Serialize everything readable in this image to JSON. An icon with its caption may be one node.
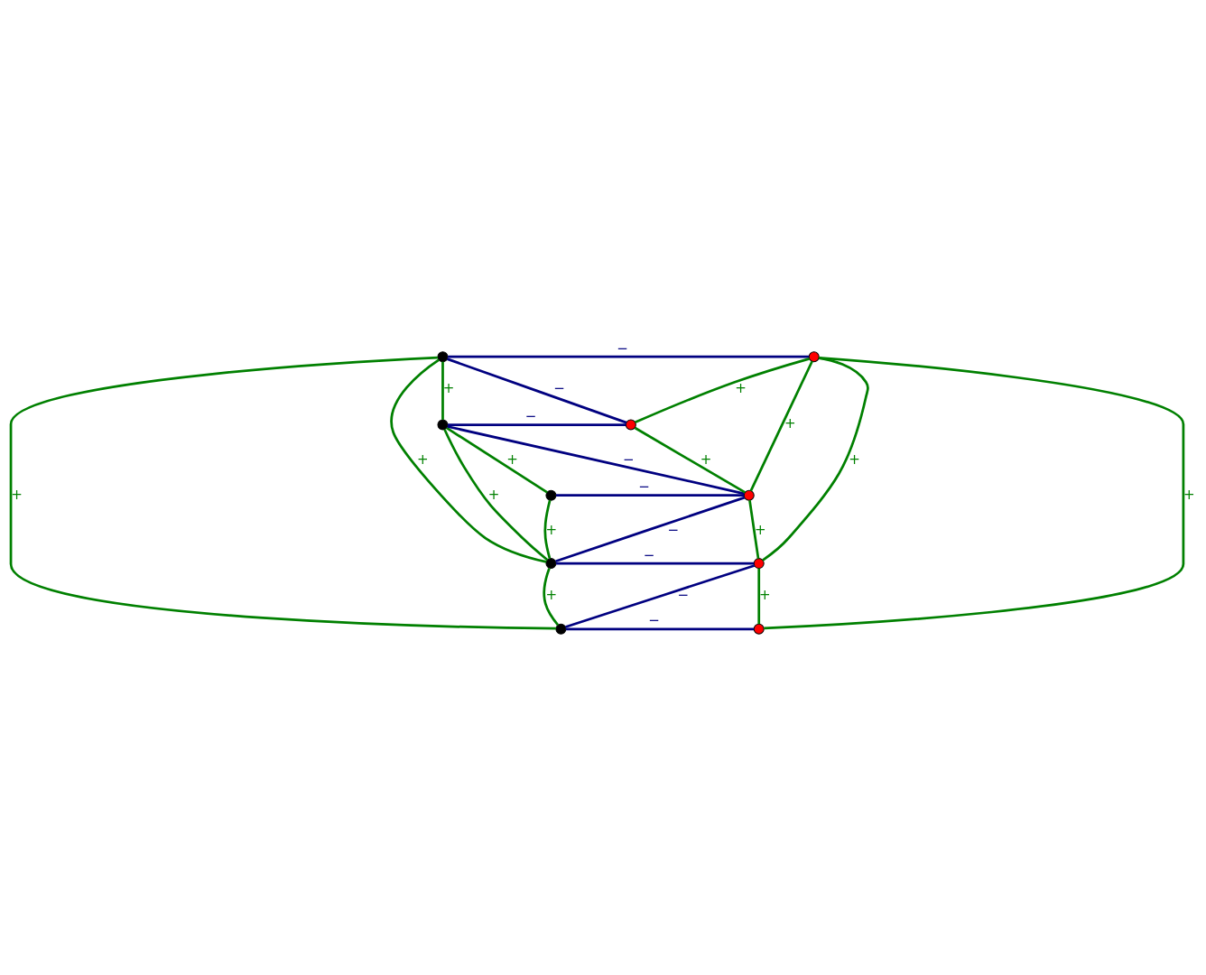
{
  "diagram": {
    "nodes": [
      {
        "text": [],
        "shape": "circle"
      },
      {
        "text": [],
        "shape": "circle"
      },
      {
        "text": [],
        "shape": "circle"
      },
      {
        "text": [],
        "shape": "circle"
      },
      {
        "text": [],
        "shape": "circle"
      },
      {
        "text": [],
        "shape": "circle"
      },
      {
        "text": [],
        "shape": "circle"
      },
      {
        "text": [],
        "shape": "circle"
      },
      {
        "text": [],
        "shape": "circle"
      },
      {
        "text": [],
        "shape": "circle"
      }
    ],
    "edges": [
      {
        "from": 0,
        "to": 1,
        "arrow": "none",
        "label": "−",
        "color": "#000080"
      },
      {
        "from": 0,
        "to": 3,
        "arrow": "none",
        "label": "−",
        "color": "#000080"
      },
      {
        "from": 2,
        "to": 3,
        "arrow": "none",
        "label": "−",
        "color": "#000080"
      },
      {
        "from": 2,
        "to": 5,
        "arrow": "none",
        "label": "−",
        "color": "#000080"
      },
      {
        "from": 4,
        "to": 5,
        "arrow": "none",
        "label": "−",
        "color": "#000080"
      },
      {
        "from": 6,
        "to": 5,
        "arrow": "none",
        "label": "−",
        "color": "#000080"
      },
      {
        "from": 6,
        "to": 7,
        "arrow": "none",
        "label": "−",
        "color": "#000080"
      },
      {
        "from": 8,
        "to": 7,
        "arrow": "none",
        "label": "−",
        "color": "#000080"
      },
      {
        "from": 8,
        "to": 9,
        "arrow": "none",
        "label": "−",
        "color": "#000080"
      },
      {
        "from": 0,
        "to": 2,
        "arrow": "none",
        "label": "+"
      },
      {
        "from": 2,
        "to": 4,
        "arrow": "none",
        "label": "+"
      },
      {
        "from": 4,
        "to": 6,
        "arrow": "none",
        "label": "+"
      },
      {
        "from": 6,
        "to": 8,
        "arrow": "none",
        "label": "+"
      },
      {
        "from": 1,
        "to": 3,
        "arrow": "none",
        "label": "+"
      },
      {
        "from": 3,
        "to": 5,
        "arrow": "none",
        "label": "+"
      },
      {
        "from": 5,
        "to": 7,
        "arrow": "none",
        "label": "+"
      },
      {
        "from": 7,
        "to": 9,
        "arrow": "none",
        "label": "+"
      },
      {
        "from": 0,
        "to": 8,
        "arrow": "none",
        "label": "+"
      },
      {
        "from": 0,
        "to": 6,
        "arrow": "none",
        "label": "+"
      },
      {
        "from": 2,
        "to": 6,
        "arrow": "none",
        "label": "+"
      },
      {
        "from": 1,
        "to": 5,
        "arrow": "none",
        "label": "+"
      },
      {
        "from": 1,
        "to": 7,
        "arrow": "none",
        "label": "+"
      },
      {
        "from": 1,
        "to": 9,
        "arrow": "none",
        "label": "+"
      }
    ]
  }
}
